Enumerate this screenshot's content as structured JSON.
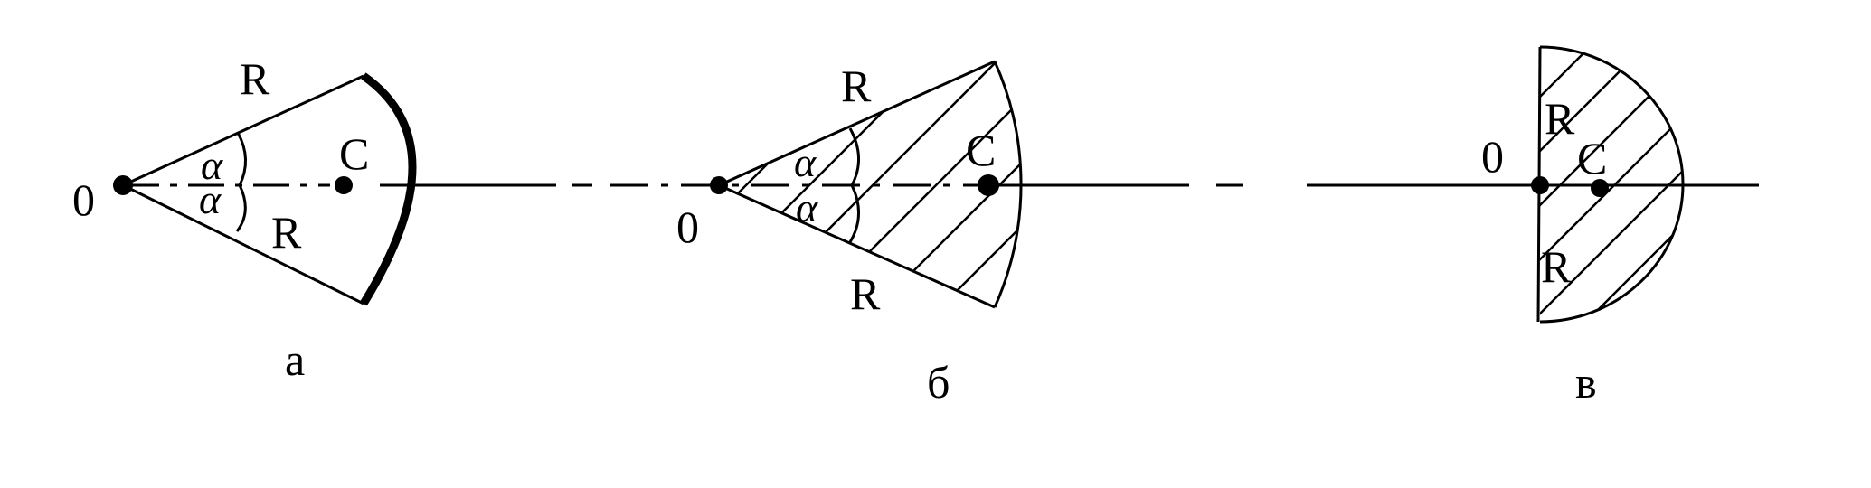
{
  "figures": [
    {
      "caption": "а",
      "origin": "0",
      "centroid": "C",
      "radius_upper": "R",
      "radius_lower": "R",
      "angle_upper": "α",
      "angle_lower": "α"
    },
    {
      "caption": "б",
      "origin": "0",
      "centroid": "C",
      "radius_upper": "R",
      "radius_lower": "R",
      "angle_upper": "α",
      "angle_lower": "α"
    },
    {
      "caption": "в",
      "origin": "0",
      "centroid": "C",
      "radius_upper": "R",
      "radius_lower": "R"
    }
  ],
  "colors": {
    "ink": "#000000",
    "paper": "#ffffff"
  }
}
